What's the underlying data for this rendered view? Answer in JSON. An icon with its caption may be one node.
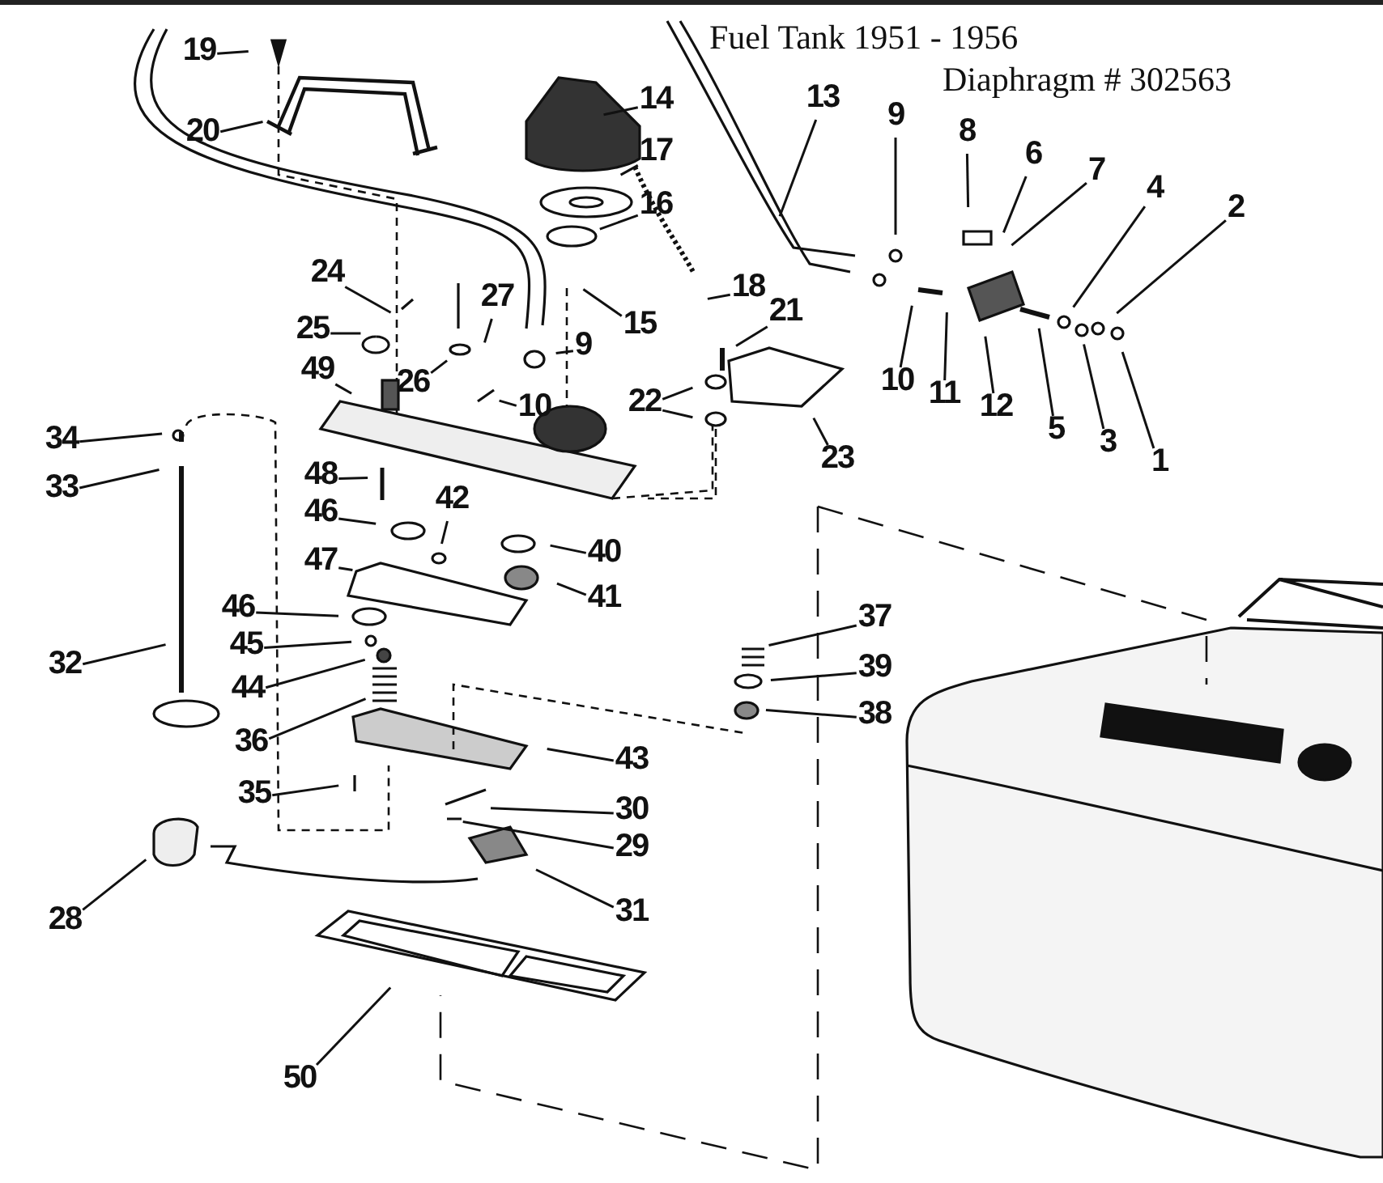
{
  "diagram": {
    "title": "Fuel Tank 1951 - 1956",
    "nodes": [
      {
        "text": [
          "19"
        ]
      },
      {
        "text": [
          "20"
        ]
      },
      {
        "text": [
          "14"
        ]
      },
      {
        "text": [
          "13"
        ]
      },
      {
        "text": [
          "9"
        ]
      },
      {
        "text": [
          "8"
        ]
      },
      {
        "text": [
          "6"
        ]
      },
      {
        "text": [
          "7"
        ]
      },
      {
        "text": [
          "4"
        ]
      },
      {
        "text": [
          "2"
        ]
      },
      {
        "text": [
          "17"
        ]
      },
      {
        "text": [
          "16"
        ]
      },
      {
        "text": [
          "24"
        ]
      },
      {
        "text": [
          "27"
        ]
      },
      {
        "text": [
          "15"
        ]
      },
      {
        "text": [
          "18"
        ]
      },
      {
        "text": [
          "21"
        ]
      },
      {
        "text": [
          "9"
        ]
      },
      {
        "text": [
          "25"
        ]
      },
      {
        "text": [
          "26"
        ]
      },
      {
        "text": [
          "10"
        ]
      },
      {
        "text": [
          "49"
        ]
      },
      {
        "text": [
          "10"
        ]
      },
      {
        "text": [
          "11"
        ]
      },
      {
        "text": [
          "12"
        ]
      },
      {
        "text": [
          "5"
        ]
      },
      {
        "text": [
          "3"
        ]
      },
      {
        "text": [
          "1"
        ]
      },
      {
        "text": [
          "22"
        ]
      },
      {
        "text": [
          "23"
        ]
      },
      {
        "text": [
          "34"
        ]
      },
      {
        "text": [
          "33"
        ]
      },
      {
        "text": [
          "48"
        ]
      },
      {
        "text": [
          "46"
        ]
      },
      {
        "text": [
          "42"
        ]
      },
      {
        "text": [
          "40"
        ]
      },
      {
        "text": [
          "47"
        ]
      },
      {
        "text": [
          "41"
        ]
      },
      {
        "text": [
          "46"
        ]
      },
      {
        "text": [
          "45"
        ]
      },
      {
        "text": [
          "32"
        ]
      },
      {
        "text": [
          "44"
        ]
      },
      {
        "text": [
          "37"
        ]
      },
      {
        "text": [
          "39"
        ]
      },
      {
        "text": [
          "38"
        ]
      },
      {
        "text": [
          "36"
        ]
      },
      {
        "text": [
          "43"
        ]
      },
      {
        "text": [
          "35"
        ]
      },
      {
        "text": [
          "30"
        ]
      },
      {
        "text": [
          "29"
        ]
      },
      {
        "text": [
          "28"
        ]
      },
      {
        "text": [
          "31"
        ]
      },
      {
        "text": [
          "50"
        ]
      }
    ],
    "edges": [
      {
        "from": 0,
        "to": null,
        "arrow": "none"
      },
      {
        "from": 1,
        "to": null,
        "arrow": "none"
      },
      {
        "from": 2,
        "to": null,
        "arrow": "none"
      },
      {
        "from": 3,
        "to": null,
        "arrow": "none"
      },
      {
        "from": 4,
        "to": null,
        "arrow": "none"
      },
      {
        "from": 5,
        "to": null,
        "arrow": "none"
      },
      {
        "from": 6,
        "to": null,
        "arrow": "none"
      },
      {
        "from": 7,
        "to": null,
        "arrow": "none"
      },
      {
        "from": 8,
        "to": null,
        "arrow": "none"
      },
      {
        "from": 9,
        "to": null,
        "arrow": "none"
      },
      {
        "from": 10,
        "to": null,
        "arrow": "none"
      },
      {
        "from": 11,
        "to": null,
        "arrow": "none"
      },
      {
        "from": 12,
        "to": null,
        "arrow": "none"
      },
      {
        "from": 13,
        "to": null,
        "arrow": "none"
      },
      {
        "from": 14,
        "to": null,
        "arrow": "none"
      },
      {
        "from": 15,
        "to": null,
        "arrow": "none"
      },
      {
        "from": 16,
        "to": null,
        "arrow": "none"
      },
      {
        "from": 17,
        "to": null,
        "arrow": "none"
      },
      {
        "from": 18,
        "to": null,
        "arrow": "none"
      },
      {
        "from": 19,
        "to": null,
        "arrow": "none"
      },
      {
        "from": 20,
        "to": null,
        "arrow": "none"
      },
      {
        "from": 21,
        "to": null,
        "arrow": "none"
      },
      {
        "from": 22,
        "to": null,
        "arrow": "none"
      },
      {
        "from": 23,
        "to": null,
        "arrow": "none"
      },
      {
        "from": 24,
        "to": null,
        "arrow": "none"
      },
      {
        "from": 25,
        "to": null,
        "arrow": "none"
      },
      {
        "from": 26,
        "to": null,
        "arrow": "none"
      },
      {
        "from": 27,
        "to": null,
        "arrow": "none"
      },
      {
        "from": 28,
        "to": null,
        "arrow": "none"
      },
      {
        "from": 28,
        "to": null,
        "arrow": "none"
      },
      {
        "from": 29,
        "to": null,
        "arrow": "none"
      },
      {
        "from": 30,
        "to": null,
        "arrow": "none"
      },
      {
        "from": 31,
        "to": null,
        "arrow": "none"
      },
      {
        "from": 32,
        "to": null,
        "arrow": "none"
      },
      {
        "from": 33,
        "to": null,
        "arrow": "none"
      },
      {
        "from": 34,
        "to": null,
        "arrow": "none"
      },
      {
        "from": 35,
        "to": null,
        "arrow": "none"
      },
      {
        "from": 36,
        "to": null,
        "arrow": "none"
      },
      {
        "from": 37,
        "to": null,
        "arrow": "none"
      },
      {
        "from": 38,
        "to": null,
        "arrow": "none"
      },
      {
        "from": 39,
        "to": null,
        "arrow": "none"
      },
      {
        "from": 40,
        "to": null,
        "arrow": "none"
      },
      {
        "from": 41,
        "to": null,
        "arrow": "none"
      },
      {
        "from": 42,
        "to": null,
        "arrow": "none"
      },
      {
        "from": 43,
        "to": null,
        "arrow": "none"
      },
      {
        "from": 44,
        "to": null,
        "arrow": "none"
      },
      {
        "from": 45,
        "to": null,
        "arrow": "none"
      },
      {
        "from": 46,
        "to": null,
        "arrow": "none"
      },
      {
        "from": 47,
        "to": null,
        "arrow": "none"
      },
      {
        "from": 48,
        "to": null,
        "arrow": "none"
      },
      {
        "from": 49,
        "to": null,
        "arrow": "none"
      },
      {
        "from": 50,
        "to": null,
        "arrow": "none"
      },
      {
        "from": 51,
        "to": null,
        "arrow": "none"
      },
      {
        "from": 52,
        "to": null,
        "arrow": "none"
      }
    ],
    "labels": [
      "Diaphragm # 302563"
    ]
  }
}
